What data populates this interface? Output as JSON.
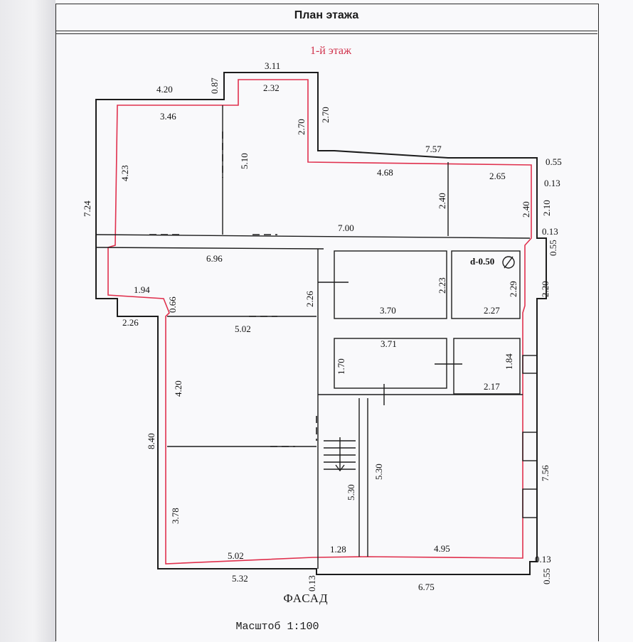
{
  "header": {
    "title": "План этажа"
  },
  "plan": {
    "floor_label": "1-й этаж",
    "facade_label": "ФАСАД",
    "scale_label": "Масштоб 1:100",
    "marker": "d-0.50",
    "dimensions": [
      "3.11",
      "0.87",
      "4.20",
      "2.32",
      "3.46",
      "2.70",
      "2.70",
      "5.10",
      "4.23",
      "7.24",
      "7.57",
      "0.55",
      "0.13",
      "4.68",
      "2.65",
      "2.40",
      "2.40",
      "2.10",
      "7.00",
      "0.13",
      "0.55",
      "6.96",
      "2.23",
      "2.29",
      "2.20",
      "1.94",
      "0.66",
      "2.26",
      "2.26",
      "3.70",
      "2.27",
      "5.02",
      "3.71",
      "1.70",
      "1.84",
      "2.17",
      "4.20",
      "8.40",
      "5.30",
      "5.30",
      "7.56",
      "3.78",
      "5.02",
      "1.28",
      "4.95",
      "0.13",
      "0.55",
      "5.32",
      "0.13",
      "6.75"
    ]
  },
  "colors": {
    "outline": "#1c1c1c",
    "interior_outline": "#e0304d"
  }
}
